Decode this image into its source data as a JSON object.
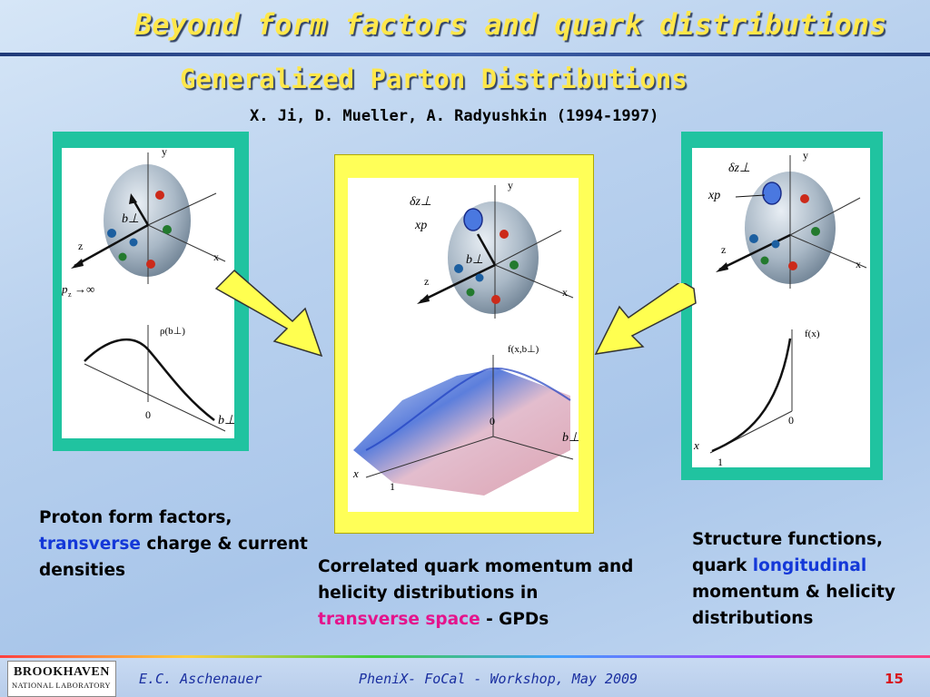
{
  "slide": {
    "title": "Beyond form factors and quark distributions",
    "subtitle": "Generalized Parton Distributions",
    "authors": "X. Ji,  D. Mueller, A. Radyushkin (1994-1997)"
  },
  "panels": {
    "left": {
      "labels": {
        "y": "y",
        "z": "z",
        "x": "x",
        "b_perp": "b⊥",
        "pz": "p",
        "pz_sub": "z",
        "pz_inf": "→∞",
        "rho": "ρ(b⊥)",
        "zero": "0",
        "b_perp_axis": "b⊥"
      }
    },
    "middle": {
      "labels": {
        "y": "y",
        "z": "z",
        "x": "x",
        "delta_z": "δz⊥",
        "xp": "xp",
        "b_perp": "b⊥",
        "f": "f(x,b⊥)",
        "zero": "0",
        "one": "1",
        "x_axis": "x",
        "b_perp_axis": "b⊥"
      }
    },
    "right": {
      "labels": {
        "y": "y",
        "z": "z",
        "x": "x",
        "delta_z": "δz⊥",
        "xp": "xp",
        "f": "f(x)",
        "zero": "0",
        "one": "1",
        "x_axis": "x"
      }
    }
  },
  "captions": {
    "left": {
      "pre": "Proton form factors, ",
      "highlight": "transverse",
      "post": " charge & current densities"
    },
    "middle": {
      "pre": "Correlated quark momentum and helicity distributions in ",
      "highlight": "transverse space",
      "post": " - GPDs"
    },
    "right": {
      "pre": "Structure functions, quark ",
      "highlight": "longitudinal",
      "post": " momentum & helicity distributions"
    }
  },
  "footer": {
    "logo_line1": "BROOKHAVEN",
    "logo_line2": "NATIONAL LABORATORY",
    "author": "E.C. Aschenauer",
    "event": "PheniX- FoCal - Workshop, May 2009",
    "page": "15"
  },
  "colors": {
    "title": "#ffe74a",
    "frame_green": "#20c3a0",
    "frame_yellow": "#ffff58",
    "highlight_blue": "#1438d8",
    "highlight_pink": "#e4148c",
    "page_number": "#d8141a"
  }
}
